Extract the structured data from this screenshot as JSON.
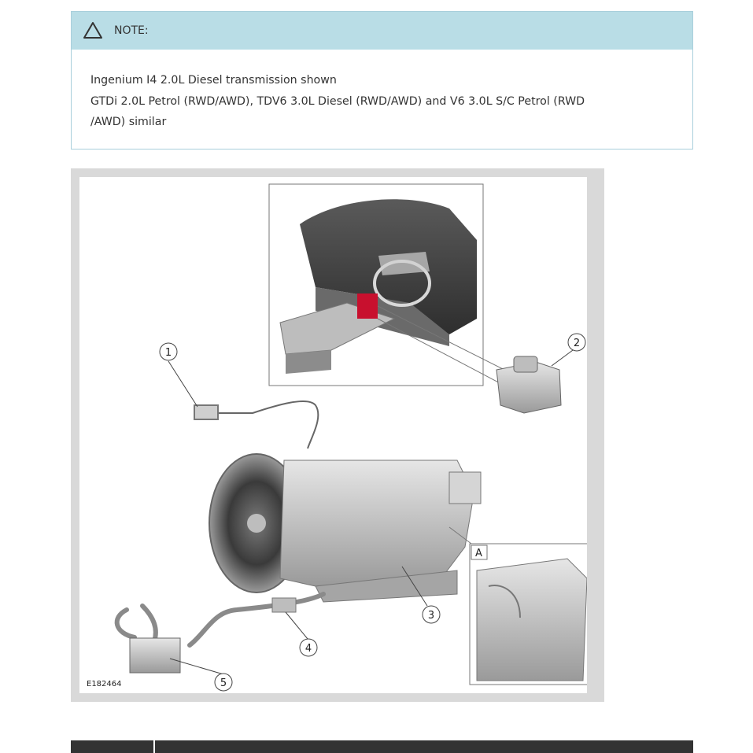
{
  "note": {
    "title": "NOTE:",
    "lines": [
      "Ingenium I4 2.0L Diesel transmission shown",
      "GTDi 2.0L Petrol (RWD/AWD), TDV6 3.0L Diesel (RWD/AWD) and V6 3.0L S/C Petrol (RWD",
      "/AWD) similar"
    ],
    "icon": "warning-triangle-icon"
  },
  "figure": {
    "reference": "E182464",
    "detail_label": "A",
    "callouts": [
      "1",
      "2",
      "3",
      "4",
      "5"
    ],
    "highlight_color": "#c8102e"
  }
}
